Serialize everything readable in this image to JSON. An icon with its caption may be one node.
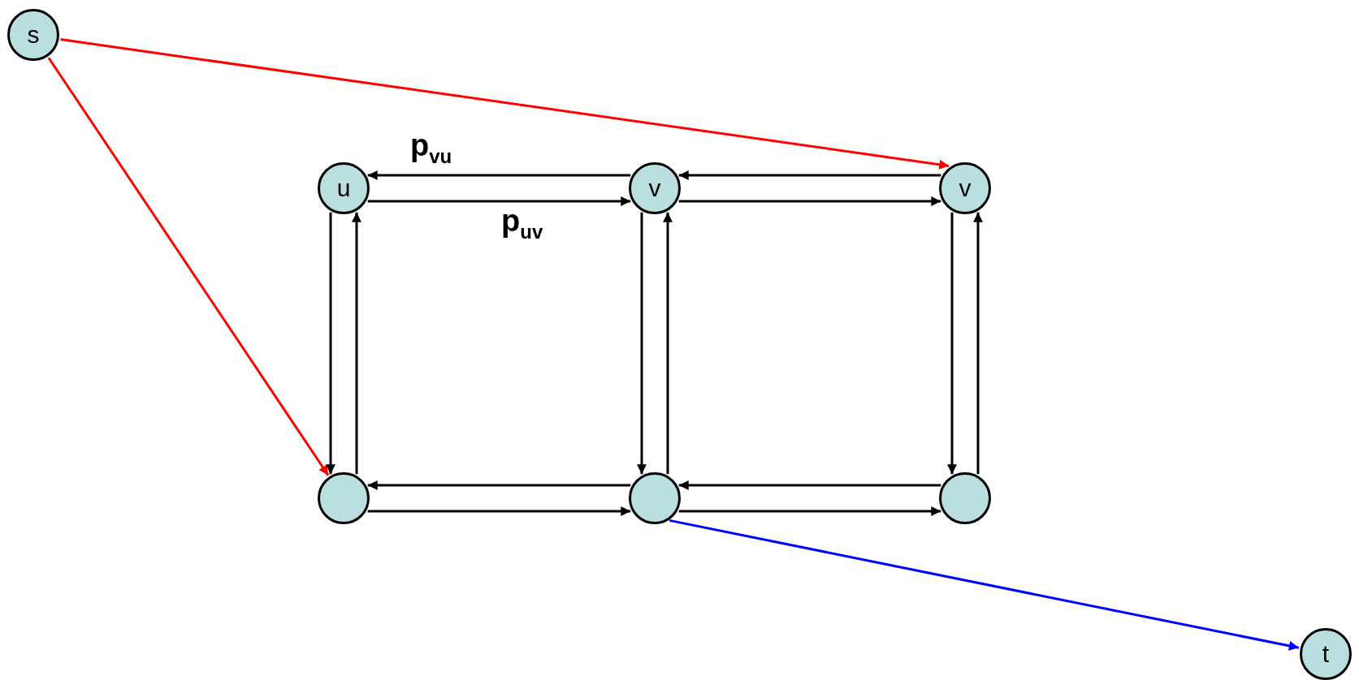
{
  "diagram": {
    "nodes": [
      {
        "text": [
          "s"
        ]
      },
      {
        "text": [
          "u"
        ]
      },
      {
        "text": [
          "v"
        ]
      },
      {
        "text": [
          "v"
        ]
      },
      {
        "text": [],
        "shape": "circle"
      },
      {
        "text": [],
        "shape": "circle"
      },
      {
        "text": [],
        "shape": "circle"
      },
      {
        "text": [
          "t"
        ]
      }
    ],
    "edges": [
      {
        "from": 0,
        "to": 3,
        "arrow": "to",
        "color": "#ff0000"
      },
      {
        "from": 0,
        "to": 4,
        "arrow": "to",
        "color": "#ff0000"
      },
      {
        "from": 2,
        "to": 1,
        "arrow": "to",
        "label": "p$_{vu}$"
      },
      {
        "from": 1,
        "to": 2,
        "arrow": "to",
        "label": "p$_{uv}$"
      },
      {
        "from": 3,
        "to": 2,
        "arrow": "to"
      },
      {
        "from": 2,
        "to": 3,
        "arrow": "to"
      },
      {
        "from": 1,
        "to": 4,
        "arrow": "to"
      },
      {
        "from": 4,
        "to": 1,
        "arrow": "to"
      },
      {
        "from": 2,
        "to": 5,
        "arrow": "to"
      },
      {
        "from": 5,
        "to": 2,
        "arrow": "to"
      },
      {
        "from": 3,
        "to": 6,
        "arrow": "to"
      },
      {
        "from": 6,
        "to": 3,
        "arrow": "to"
      },
      {
        "from": 5,
        "to": 4,
        "arrow": "to"
      },
      {
        "from": 4,
        "to": 5,
        "arrow": "to"
      },
      {
        "from": 6,
        "to": 5,
        "arrow": "to"
      },
      {
        "from": 5,
        "to": 6,
        "arrow": "to"
      },
      {
        "from": 5,
        "to": 7,
        "arrow": "to",
        "color": "#0000ff"
      }
    ]
  }
}
